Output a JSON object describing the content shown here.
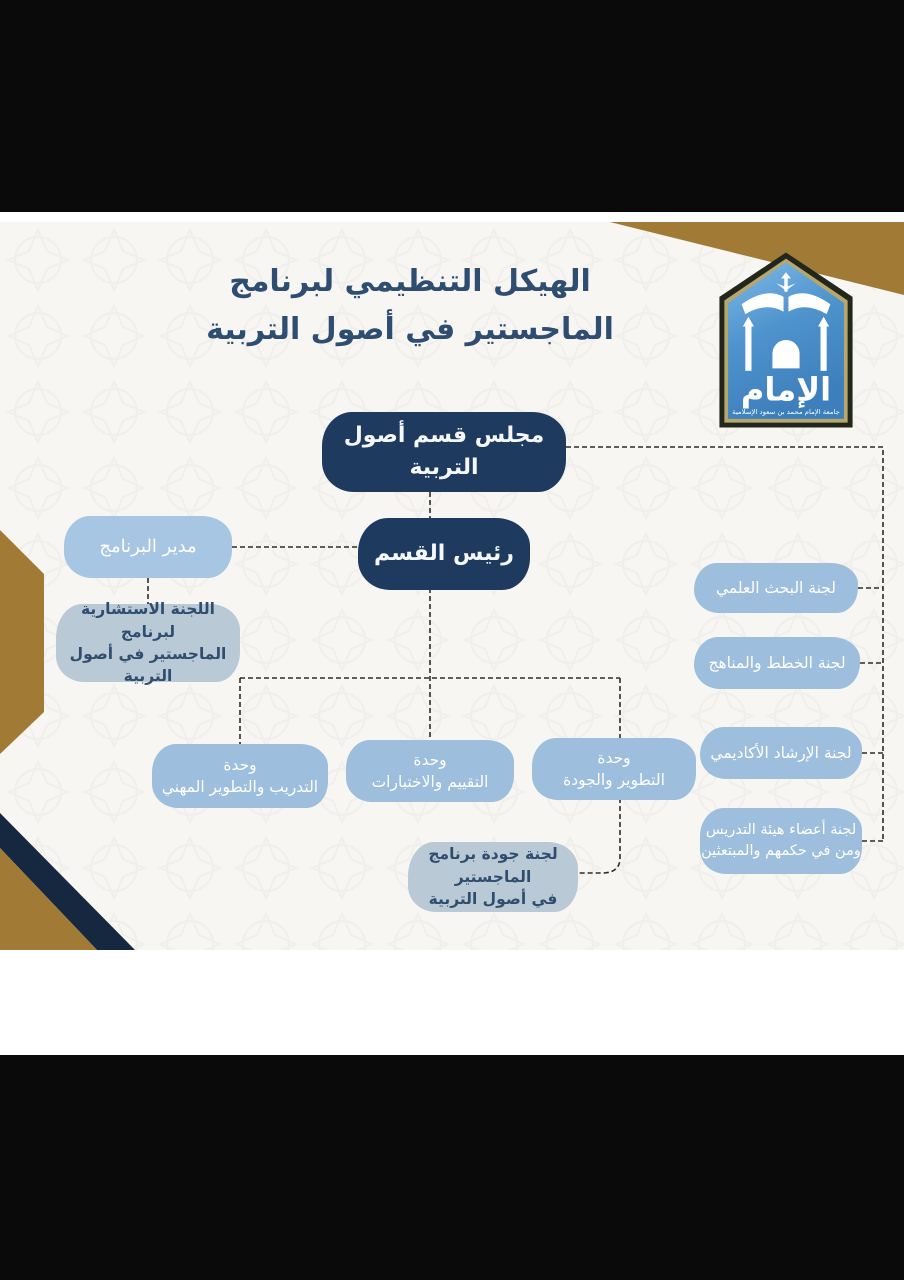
{
  "title": {
    "line1": "الهيكل التنظيمي لبرنامج",
    "line2": "الماجستير في أصول التربية"
  },
  "logo": {
    "calligraphy": "الإمام",
    "subtext": "جامعة الإمام محمد بن سعود الإسلامية"
  },
  "nodes": {
    "council": {
      "lines": [
        "مجلس قسم أصول التربية"
      ]
    },
    "head": {
      "lines": [
        "رئيس القسم"
      ]
    },
    "director": {
      "lines": [
        "مدير البرنامج"
      ]
    },
    "advisory": {
      "lines": [
        "اللجنة الاستشارية لبرنامج",
        "الماجستير في أصول التربية"
      ]
    },
    "research": {
      "lines": [
        "لجنة البحث العلمي"
      ]
    },
    "plans": {
      "lines": [
        "لجنة الخطط والمناهج"
      ]
    },
    "advising": {
      "lines": [
        "لجنة الإرشاد الأكاديمي"
      ]
    },
    "faculty": {
      "lines": [
        "لجنة أعضاء هيئة التدريس",
        "ومن في حكمهم والمبتعثين"
      ]
    },
    "training": {
      "lines": [
        "وحدة",
        "التدريب والتطوير المهني"
      ]
    },
    "evaluation": {
      "lines": [
        "وحدة",
        "التقييم والاختبارات"
      ]
    },
    "development": {
      "lines": [
        "وحدة",
        "التطوير والجودة"
      ]
    },
    "quality": {
      "lines": [
        "لجنة جودة برنامج الماجستير",
        "في أصول التربية"
      ]
    }
  },
  "colors": {
    "navy_box": "#1e3a5f",
    "blue_box": "#9dbedd",
    "light_blue_box": "#a7c6e3",
    "gray_blue_box": "#b9c9d5",
    "gold": "#a17a35",
    "navy_stripe": "#16283f",
    "title_text": "#2e4d71",
    "slide_bg": "#f7f6f3",
    "connector": "#2b2b2b"
  }
}
